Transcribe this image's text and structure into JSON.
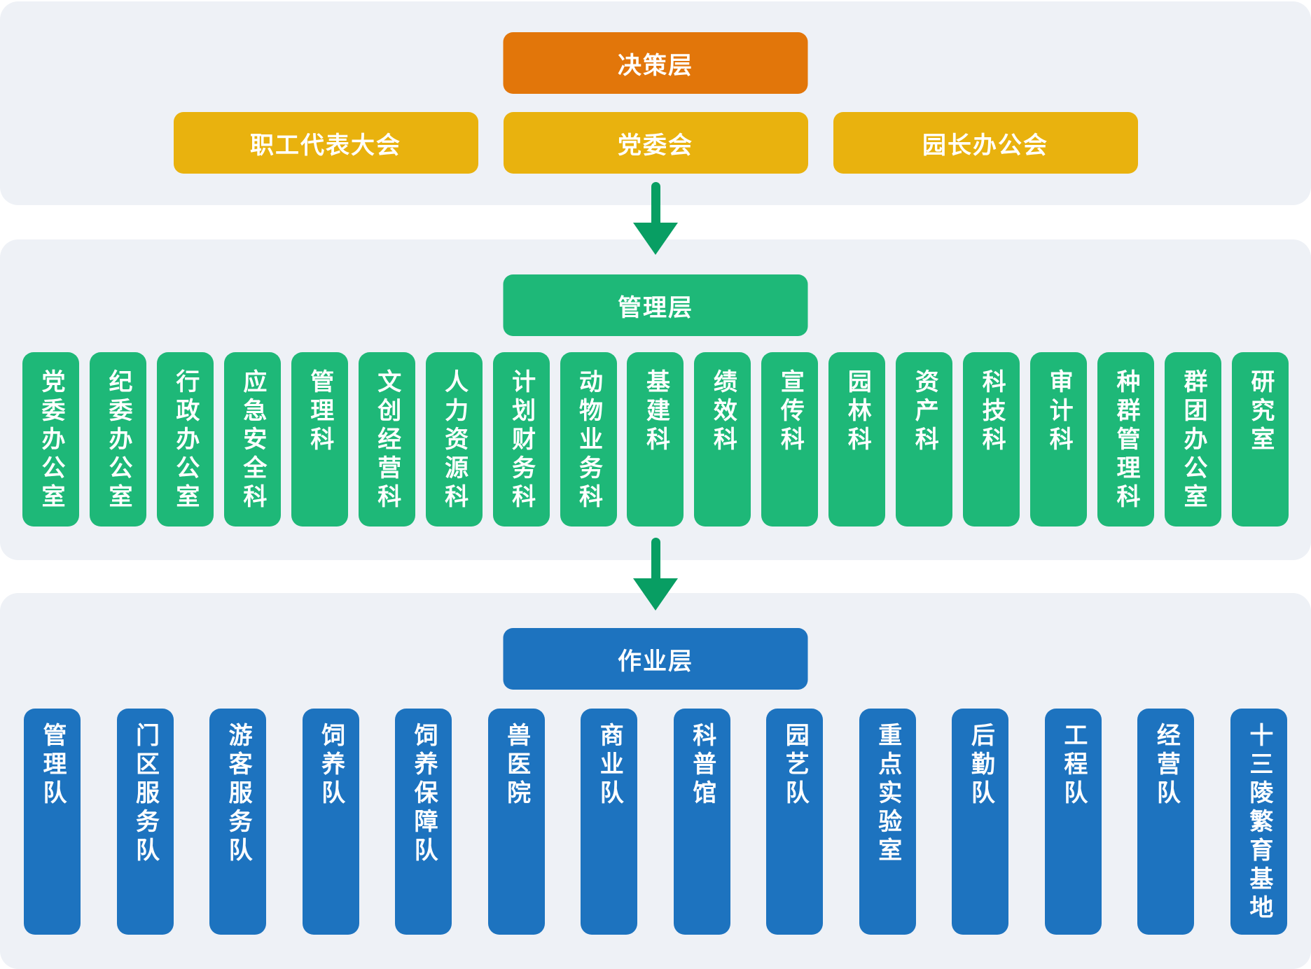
{
  "palette": {
    "page_background": "#ffffff",
    "section_background": "#eef1f6",
    "decision_accent": "#e2760a",
    "decision_body_accent": "#e9b20e",
    "management_accent": "#1eb878",
    "operation_accent": "#1d73bf",
    "arrow_color": "#089e63",
    "text_color": "#ffffff"
  },
  "decision_layer": {
    "title": "决策层",
    "bodies": [
      "职工代表大会",
      "党委会",
      "园长办公会"
    ]
  },
  "management_layer": {
    "title": "管理层",
    "departments": [
      "党委办公室",
      "纪委办公室",
      "行政办公室",
      "应急安全科",
      "管理科",
      "文创经营科",
      "人力资源科",
      "计划财务科",
      "动物业务科",
      "基建科",
      "绩效科",
      "宣传科",
      "园林科",
      "资产科",
      "科技科",
      "审计科",
      "种群管理科",
      "群团办公室",
      "研究室"
    ]
  },
  "operation_layer": {
    "title": "作业层",
    "units": [
      "管理队",
      "门区服务队",
      "游客服务队",
      "饲养队",
      "饲养保障队",
      "兽医院",
      "商业队",
      "科普馆",
      "园艺队",
      "重点实验室",
      "后勤队",
      "工程队",
      "经营队",
      "十三陵繁育基地"
    ]
  }
}
